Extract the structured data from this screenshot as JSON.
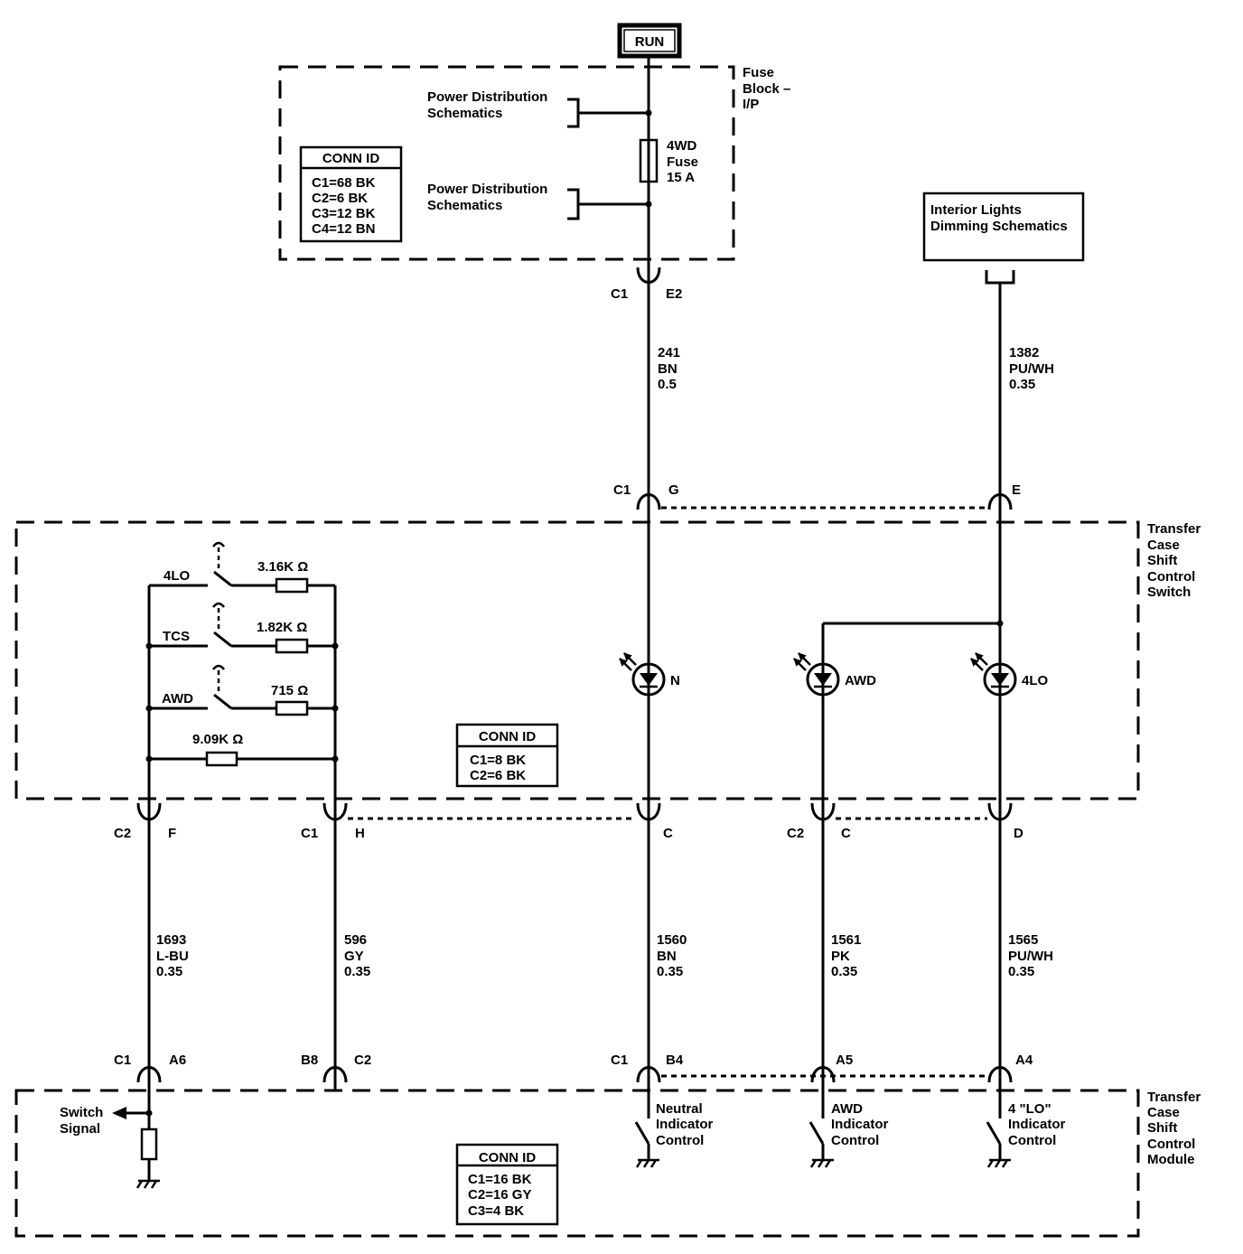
{
  "run_label": "RUN",
  "fuse_block": {
    "label": [
      "Fuse",
      "Block –",
      "I/P"
    ],
    "fuse_label": [
      "4WD",
      "Fuse",
      "15 A"
    ],
    "power_refs": [
      [
        "Power Distribution",
        "Schematics"
      ],
      [
        "Power Distribution",
        "Schematics"
      ]
    ],
    "conn_id": {
      "title": "CONN ID",
      "rows": [
        "C1=68 BK",
        "C2=6 BK",
        "C3=12 BK",
        "C4=12 BN"
      ]
    }
  },
  "interior_lights_ref": [
    "Interior Lights",
    "Dimming Schematics"
  ],
  "upper_connectors": {
    "e2": {
      "connector": "C1",
      "pin": "E2"
    },
    "g": {
      "connector": "C1",
      "pin": "G"
    },
    "e": {
      "pin": "E"
    }
  },
  "upper_wires": [
    {
      "circuit": "241",
      "color": "BN",
      "gauge": "0.5"
    },
    {
      "circuit": "1382",
      "color": "PU/WH",
      "gauge": "0.35"
    }
  ],
  "switch": {
    "label": [
      "Transfer",
      "Case",
      "Shift",
      "Control",
      "Switch"
    ],
    "positions": [
      {
        "name": "4LO",
        "resistor": "3.16K Ω"
      },
      {
        "name": "TCS",
        "resistor": "1.82K Ω"
      },
      {
        "name": "AWD",
        "resistor": "715 Ω"
      }
    ],
    "base_resistor": "9.09K Ω",
    "indicators": [
      "N",
      "AWD",
      "4LO"
    ],
    "conn_id": {
      "title": "CONN ID",
      "rows": [
        "C1=8 BK",
        "C2=6 BK"
      ]
    }
  },
  "switch_connectors": [
    {
      "connector": "C2",
      "pin": "F"
    },
    {
      "connector": "C1",
      "pin": "H"
    },
    {
      "pin": "C"
    },
    {
      "connector": "C2",
      "pin": "C"
    },
    {
      "pin": "D"
    }
  ],
  "lower_wires": [
    {
      "circuit": "1693",
      "color": "L-BU",
      "gauge": "0.35"
    },
    {
      "circuit": "596",
      "color": "GY",
      "gauge": "0.35"
    },
    {
      "circuit": "1560",
      "color": "BN",
      "gauge": "0.35"
    },
    {
      "circuit": "1561",
      "color": "PK",
      "gauge": "0.35"
    },
    {
      "circuit": "1565",
      "color": "PU/WH",
      "gauge": "0.35"
    }
  ],
  "module_connectors": [
    {
      "connector": "C1",
      "pin": "A6"
    },
    {
      "connector": "C2",
      "pin": "B8"
    },
    {
      "connector": "C1",
      "pin": "B4"
    },
    {
      "pin": "A5"
    },
    {
      "pin": "A4"
    }
  ],
  "module": {
    "label": [
      "Transfer",
      "Case",
      "Shift",
      "Control",
      "Module"
    ],
    "switch_signal": [
      "Switch",
      "Signal"
    ],
    "outputs": [
      [
        "Neutral",
        "Indicator",
        "Control"
      ],
      [
        "AWD",
        "Indicator",
        "Control"
      ],
      [
        "4 \"LO\"",
        "Indicator",
        "Control"
      ]
    ],
    "conn_id": {
      "title": "CONN ID",
      "rows": [
        "C1=16 BK",
        "C2=16 GY",
        "C3=4 BK"
      ]
    }
  }
}
